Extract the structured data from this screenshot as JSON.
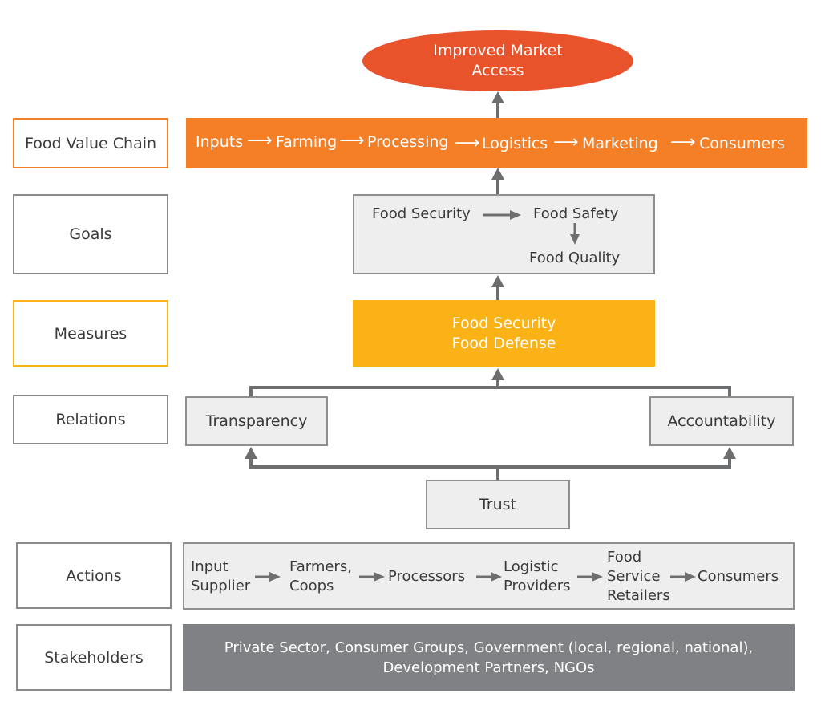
{
  "top": {
    "label": "Improved Market\nAccess"
  },
  "left_labels": {
    "food_value_chain": "Food Value Chain",
    "goals": "Goals",
    "measures": "Measures",
    "relations": "Relations",
    "actions": "Actions",
    "stakeholders": "Stakeholders"
  },
  "value_chain": [
    "Inputs",
    "Farming",
    "Processing",
    "Logistics",
    "Marketing",
    "Consumers"
  ],
  "goals": {
    "food_security": "Food Security",
    "food_safety": "Food Safety",
    "food_quality": "Food Quality"
  },
  "measures": {
    "line1": "Food Security",
    "line2": "Food Defense"
  },
  "relations": {
    "transparency": "Transparency",
    "accountability": "Accountability"
  },
  "trust": "Trust",
  "actions": [
    "Input\nSupplier",
    "Farmers,\nCoops",
    "Processors",
    "Logistic\nProviders",
    "Food\nService\nRetailers",
    "Consumers"
  ],
  "stakeholders": "Private Sector, Consumer Groups, Government (local, regional, national),\nDevelopment Partners, NGOs",
  "colors": {
    "ellipse": "#e9532b",
    "value_chain": "#f47f26",
    "measures": "#fbb216",
    "stakeholders": "#808184",
    "gray_box": "#eeeeee",
    "border": "#8f8f8f",
    "arrow": "#6d6e70"
  }
}
